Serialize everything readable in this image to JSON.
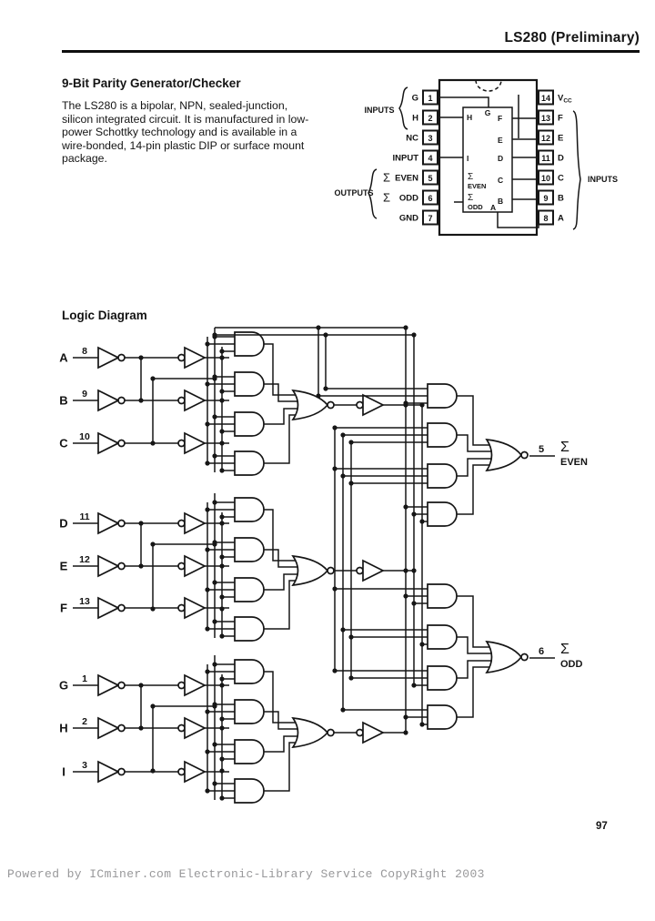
{
  "header": {
    "title": "LS280 (Preliminary)"
  },
  "section": {
    "heading": "9-Bit Parity Generator/Checker",
    "body_lines": [
      "The LS280 is a bipolar, NPN, sealed-junction,",
      "silicon integrated circuit. It is manufactured in low-",
      "power Schottky technology and is available in a",
      "wire-bonded, 14-pin plastic DIP or surface mount",
      "package."
    ]
  },
  "pin_diagram": {
    "left_pins": [
      {
        "number": "1",
        "label": "G"
      },
      {
        "number": "2",
        "label": "H"
      },
      {
        "number": "3",
        "label": "NC"
      },
      {
        "number": "4",
        "label": "INPUT"
      },
      {
        "number": "5",
        "label": "EVEN",
        "sigma": "Σ"
      },
      {
        "number": "6",
        "label": "ODD",
        "sigma": "Σ"
      },
      {
        "number": "7",
        "label": "GND"
      }
    ],
    "right_pins": [
      {
        "number": "14",
        "label": "Vcc"
      },
      {
        "number": "13",
        "label": "F"
      },
      {
        "number": "12",
        "label": "E"
      },
      {
        "number": "11",
        "label": "D"
      },
      {
        "number": "10",
        "label": "C"
      },
      {
        "number": "9",
        "label": "B"
      },
      {
        "number": "8",
        "label": "A"
      }
    ],
    "group_labels": {
      "left_inputs": "INPUTS",
      "outputs": "OUTPUTS",
      "right_inputs": "INPUTS"
    },
    "symbol": {
      "top": "G",
      "side": [
        "H",
        "I"
      ],
      "right": [
        "F",
        "E",
        "D",
        "C",
        "B",
        "A"
      ],
      "outputs": [
        {
          "sigma": "Σ",
          "label": "EVEN"
        },
        {
          "sigma": "Σ",
          "label": "ODD"
        }
      ]
    }
  },
  "logic_diagram": {
    "heading": "Logic Diagram",
    "inputs": [
      {
        "label": "A",
        "pin": "8"
      },
      {
        "label": "B",
        "pin": "9"
      },
      {
        "label": "C",
        "pin": "10"
      },
      {
        "label": "D",
        "pin": "11"
      },
      {
        "label": "E",
        "pin": "12"
      },
      {
        "label": "F",
        "pin": "13"
      },
      {
        "label": "G",
        "pin": "1"
      },
      {
        "label": "H",
        "pin": "2"
      },
      {
        "label": "I",
        "pin": "3"
      }
    ],
    "outputs": [
      {
        "pin": "5",
        "sigma": "Σ",
        "label": "EVEN"
      },
      {
        "pin": "6",
        "sigma": "Σ",
        "label": "ODD"
      }
    ]
  },
  "footer": {
    "text": "Powered by ICminer.com Electronic-Library Service CopyRight 2003",
    "page_number": "97"
  }
}
